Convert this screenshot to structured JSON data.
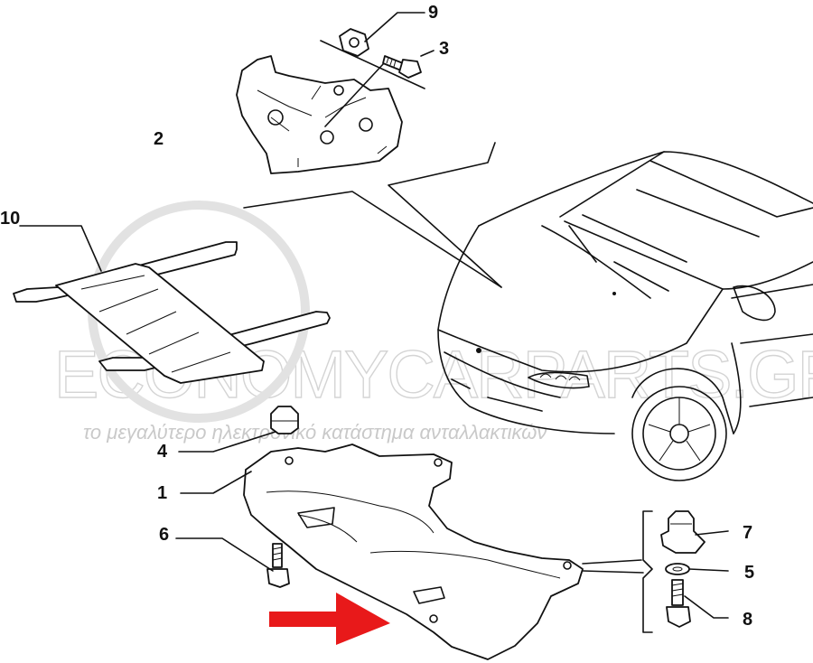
{
  "callouts": [
    {
      "id": "1",
      "label": "1"
    },
    {
      "id": "2",
      "label": "2"
    },
    {
      "id": "3",
      "label": "3"
    },
    {
      "id": "4",
      "label": "4"
    },
    {
      "id": "5",
      "label": "5"
    },
    {
      "id": "6",
      "label": "6"
    },
    {
      "id": "7",
      "label": "7"
    },
    {
      "id": "8",
      "label": "8"
    },
    {
      "id": "9",
      "label": "9"
    },
    {
      "id": "10",
      "label": "10"
    }
  ],
  "watermark": {
    "brand": "ECONOMYCARPARTS.GR",
    "tagline": "το μεγαλύτερο ηλεκτρονικό κατάστημα ανταλλακτικών"
  },
  "colors": {
    "line": "#111111",
    "arrow": "#e8191a",
    "watermark": "#d4d4d4",
    "background": "#ffffff"
  },
  "icons": {
    "pointer": "red-arrow-icon"
  }
}
